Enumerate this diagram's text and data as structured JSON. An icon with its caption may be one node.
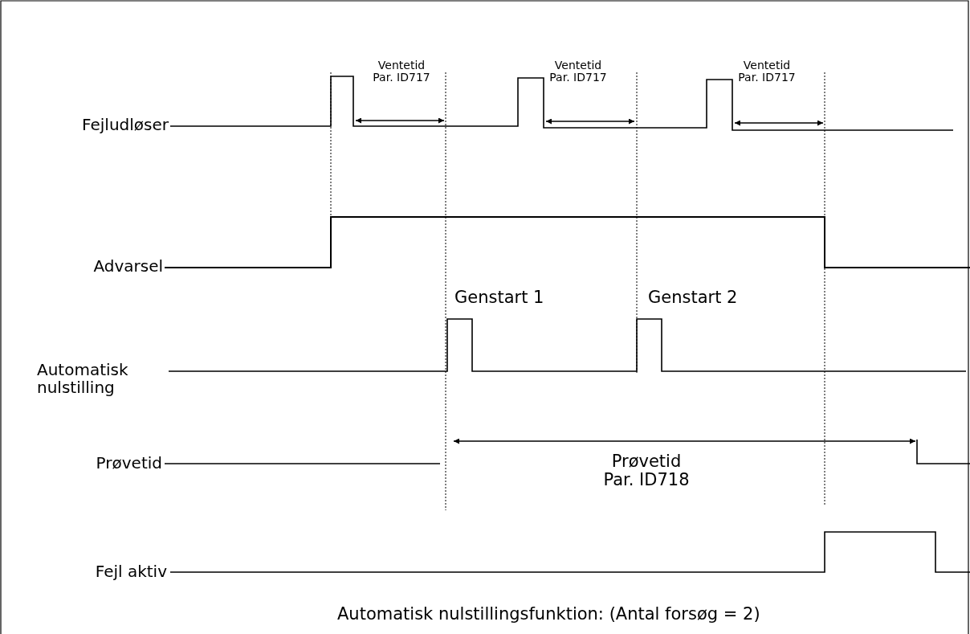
{
  "diagram": {
    "caption": "Automatisk nulstillingsfunktion: (Antal forsøg = 2)",
    "labels": [
      "Ventetid Par. ID717",
      "Ventetid Par. ID717",
      "Ventetid Par. ID717",
      "Fejludløser",
      "Advarsel",
      "Genstart 1",
      "Genstart 2",
      "Automatisk nulstilling",
      "Prøvetid",
      "Prøvetid Par. ID718",
      "Fejl aktiv"
    ]
  }
}
